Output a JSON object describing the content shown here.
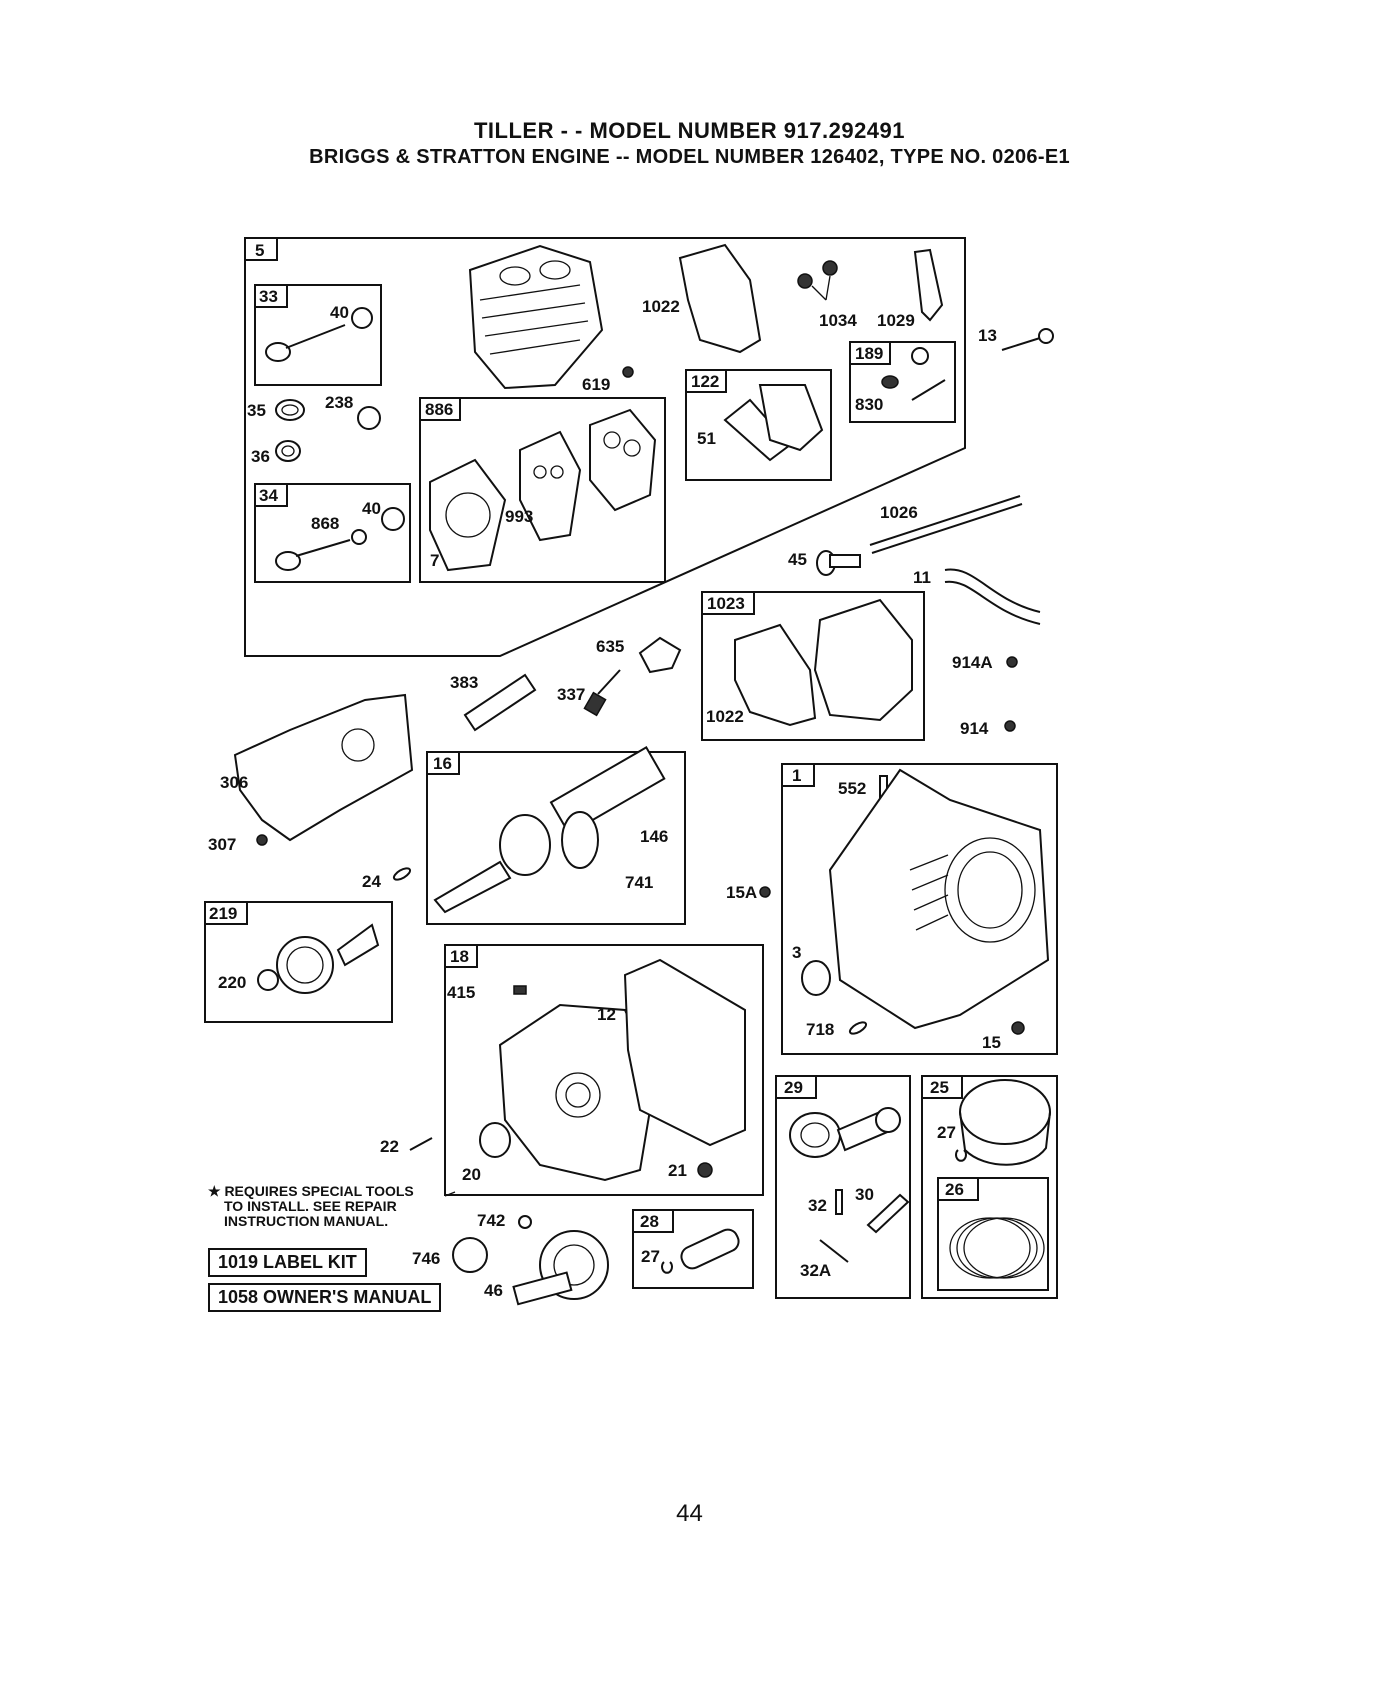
{
  "header": {
    "title_line1": "TILLER - - MODEL NUMBER 917.292491",
    "title_line2": "BRIGGS & STRATTON ENGINE -- MODEL NUMBER 126402, TYPE NO. 0206-E1"
  },
  "box_labels": {
    "b5": "5",
    "b33": "33",
    "b34": "34",
    "b886": "886",
    "b122": "122",
    "b189": "189",
    "b1023": "1023",
    "b16": "16",
    "b1": "1",
    "b219": "219",
    "b18": "18",
    "b29": "29",
    "b25": "25",
    "b26": "26",
    "b28": "28"
  },
  "part_labels": {
    "p40a": "40",
    "p35": "35",
    "p238": "238",
    "p36": "36",
    "p868": "868",
    "p40b": "40",
    "p7": "7",
    "p993": "993",
    "p619": "619",
    "p1022a": "1022",
    "p1034": "1034",
    "p1029": "1029",
    "p13": "13",
    "p830": "830",
    "p51": "51",
    "p1026": "1026",
    "p45": "45",
    "p11": "11",
    "p635": "635",
    "p383": "383",
    "p337": "337",
    "p914A": "914A",
    "p914": "914",
    "p1022b": "1022",
    "p306": "306",
    "p307": "307",
    "p24": "24",
    "p146": "146",
    "p741": "741",
    "p15A": "15A",
    "p552": "552",
    "p3": "3",
    "p718": "718",
    "p15": "15",
    "p220": "220",
    "p415": "415",
    "p12": "12",
    "p22": "22",
    "p20": "20",
    "p21": "21",
    "p27a": "27",
    "p32": "32",
    "p30": "30",
    "p32A": "32A",
    "p742": "742",
    "p746": "746",
    "p46": "46",
    "p27b": "27"
  },
  "notes": {
    "line1": "★ REQUIRES SPECIAL TOOLS",
    "line2": "TO INSTALL. SEE REPAIR",
    "line3": "INSTRUCTION MANUAL."
  },
  "kits": {
    "label_kit": "1019 LABEL KIT",
    "owners_manual": "1058 OWNER'S MANUAL"
  },
  "page_number": "44"
}
